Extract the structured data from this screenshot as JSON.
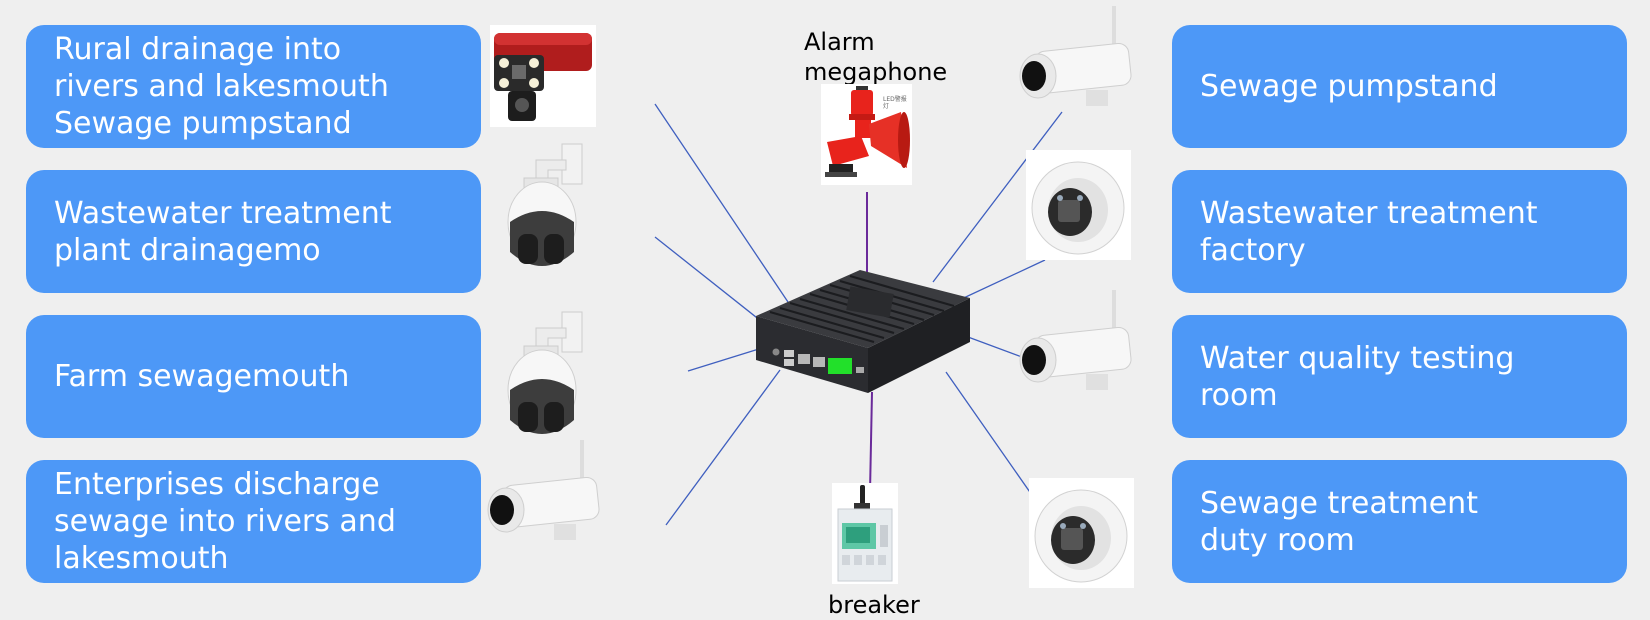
{
  "left_boxes": [
    {
      "text": "Rural drainage into\nrivers and lakesmouth\nSewage pumpstand"
    },
    {
      "text": "Wastewater treatment\nplant drainagemo"
    },
    {
      "text": "Farm sewagemouth"
    },
    {
      "text": "Enterprises discharge\nsewage into rivers and\nlakesmouth"
    }
  ],
  "right_boxes": [
    {
      "text": "Sewage pumpstand"
    },
    {
      "text": "Wastewater treatment\nfactory"
    },
    {
      "text": "Water quality testing\nroom"
    },
    {
      "text": "Sewage treatment\nduty room"
    }
  ],
  "alarm_label": "Alarm\nmegaphone",
  "alarm_sign_text": "LED警报灯",
  "breaker_label": "breaker",
  "colors": {
    "box": "#4d98f7",
    "wire_blue": "#3f5fbf",
    "wire_purple": "#6a2a9a",
    "alarm_red": "#e8231c",
    "gateway": "#2e2f33",
    "led_green": "#22e02a"
  }
}
